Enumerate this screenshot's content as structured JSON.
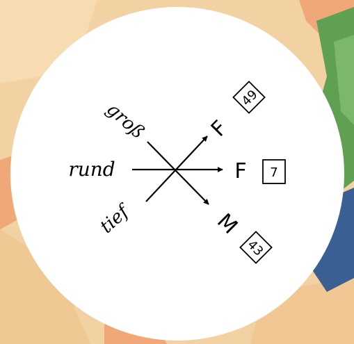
{
  "scene": {
    "colors": {
      "paper": "#f2d2a3",
      "paper_light": "#f9e2bd",
      "skin": "#f0a878",
      "green": "#5fa052",
      "blue": "#3a5f92",
      "circle": "#ffffff",
      "ink": "#000000"
    },
    "words_left": {
      "top": "groß",
      "middle": "rund",
      "bottom": "tief"
    },
    "results": [
      {
        "letter": "F",
        "number": "49"
      },
      {
        "letter": "F",
        "number": "7"
      },
      {
        "letter": "M",
        "number": "43"
      }
    ]
  }
}
